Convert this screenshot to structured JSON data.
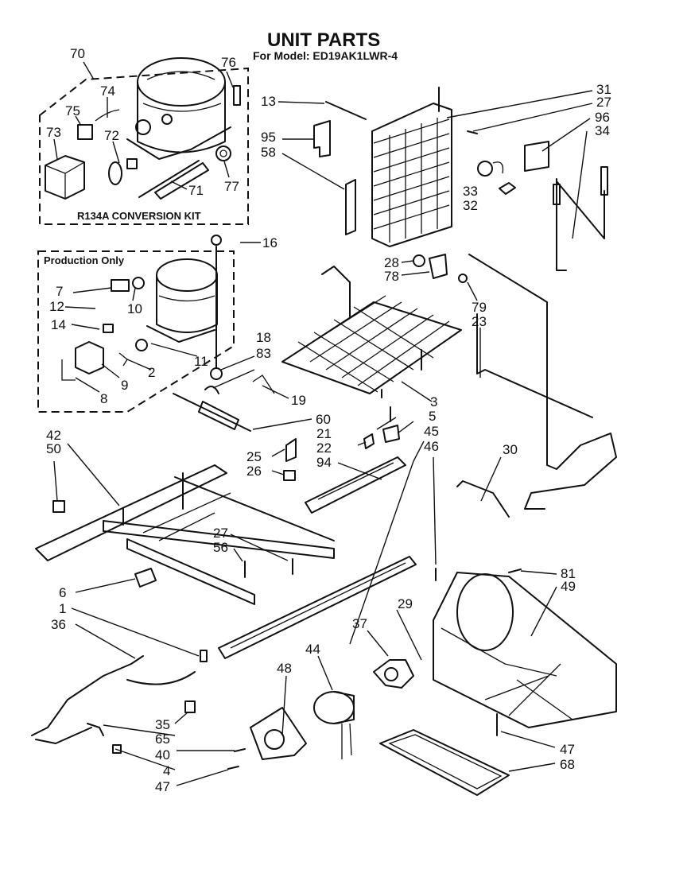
{
  "title": "UNIT PARTS",
  "subtitle": "For Model: ED19AK1LWR-4",
  "boxes": {
    "conversion_kit": "R134A CONVERSION KIT",
    "production_only": "Production Only"
  },
  "labels": [
    {
      "id": "70",
      "text": "70"
    },
    {
      "id": "74",
      "text": "74"
    },
    {
      "id": "76",
      "text": "76"
    },
    {
      "id": "75",
      "text": "75"
    },
    {
      "id": "73",
      "text": "73"
    },
    {
      "id": "72",
      "text": "72"
    },
    {
      "id": "71",
      "text": "71"
    },
    {
      "id": "77",
      "text": "77"
    },
    {
      "id": "13",
      "text": "13"
    },
    {
      "id": "95",
      "text": "95"
    },
    {
      "id": "58",
      "text": "58"
    },
    {
      "id": "31",
      "text": "31"
    },
    {
      "id": "27a",
      "text": "27"
    },
    {
      "id": "96",
      "text": "96"
    },
    {
      "id": "34",
      "text": "34"
    },
    {
      "id": "33",
      "text": "33"
    },
    {
      "id": "32",
      "text": "32"
    },
    {
      "id": "16",
      "text": "16"
    },
    {
      "id": "7",
      "text": "7"
    },
    {
      "id": "12",
      "text": "12"
    },
    {
      "id": "10",
      "text": "10"
    },
    {
      "id": "14",
      "text": "14"
    },
    {
      "id": "11",
      "text": "11"
    },
    {
      "id": "2",
      "text": "2"
    },
    {
      "id": "9",
      "text": "9"
    },
    {
      "id": "8",
      "text": "8"
    },
    {
      "id": "28",
      "text": "28"
    },
    {
      "id": "78",
      "text": "78"
    },
    {
      "id": "79",
      "text": "79"
    },
    {
      "id": "23",
      "text": "23"
    },
    {
      "id": "18",
      "text": "18"
    },
    {
      "id": "83",
      "text": "83"
    },
    {
      "id": "19",
      "text": "19"
    },
    {
      "id": "3",
      "text": "3"
    },
    {
      "id": "60",
      "text": "60"
    },
    {
      "id": "21",
      "text": "21"
    },
    {
      "id": "5",
      "text": "5"
    },
    {
      "id": "22",
      "text": "22"
    },
    {
      "id": "45",
      "text": "45"
    },
    {
      "id": "46",
      "text": "46"
    },
    {
      "id": "42",
      "text": "42"
    },
    {
      "id": "50",
      "text": "50"
    },
    {
      "id": "25",
      "text": "25"
    },
    {
      "id": "26",
      "text": "26"
    },
    {
      "id": "94",
      "text": "94"
    },
    {
      "id": "30",
      "text": "30"
    },
    {
      "id": "27b",
      "text": "27"
    },
    {
      "id": "56",
      "text": "56"
    },
    {
      "id": "81",
      "text": "81"
    },
    {
      "id": "49",
      "text": "49"
    },
    {
      "id": "6",
      "text": "6"
    },
    {
      "id": "1",
      "text": "1"
    },
    {
      "id": "36",
      "text": "36"
    },
    {
      "id": "29",
      "text": "29"
    },
    {
      "id": "37",
      "text": "37"
    },
    {
      "id": "44",
      "text": "44"
    },
    {
      "id": "48",
      "text": "48"
    },
    {
      "id": "35",
      "text": "35"
    },
    {
      "id": "65",
      "text": "65"
    },
    {
      "id": "40",
      "text": "40"
    },
    {
      "id": "4",
      "text": "4"
    },
    {
      "id": "47a",
      "text": "47"
    },
    {
      "id": "47b",
      "text": "47"
    },
    {
      "id": "68",
      "text": "68"
    }
  ]
}
